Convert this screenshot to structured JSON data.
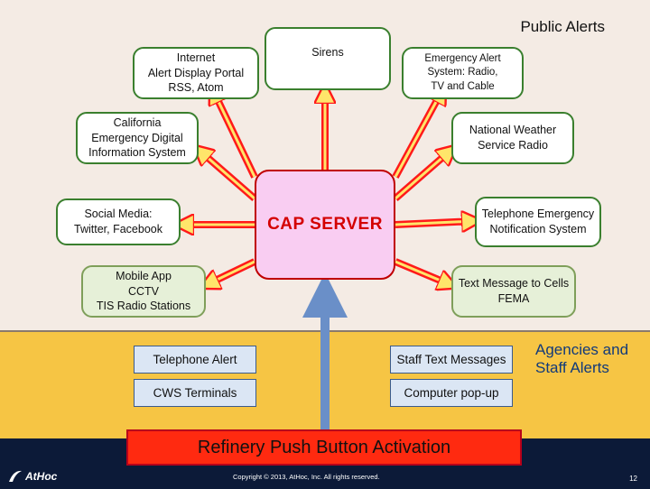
{
  "public_alerts_label": "Public Alerts",
  "outputs": {
    "internet": [
      "Internet",
      "Alert Display Portal",
      "RSS, Atom"
    ],
    "sirens": [
      "Sirens"
    ],
    "emergency_alert": [
      "Emergency Alert",
      "System: Radio,",
      "TV and Cable"
    ],
    "cedis": [
      "California",
      "Emergency Digital",
      "Information System"
    ],
    "nws_radio": [
      "National Weather",
      "Service Radio"
    ],
    "social_media": [
      "Social Media:",
      "Twitter, Facebook"
    ],
    "telephone_emergency": [
      "Telephone Emergency",
      "Notification System"
    ],
    "mobile_app": [
      "Mobile App",
      "CCTV",
      "TIS Radio Stations"
    ],
    "text_message": [
      "Text Message to Cells",
      "FEMA"
    ]
  },
  "center_label": "CAP SERVER",
  "agency": {
    "telephone_alert": "Telephone Alert",
    "cws_terminals": "CWS Terminals",
    "staff_text": "Staff Text Messages",
    "computer_popup": "Computer pop-up",
    "title_line1": "Agencies and",
    "title_line2": "Staff Alerts"
  },
  "push_button_label": "Refinery Push Button  Activation",
  "footer": {
    "logo_text": "AtHoc",
    "copyright": "Copyright © 2013, AtHoc, Inc. All rights reserved.",
    "page_number": "12"
  },
  "colors": {
    "arrow_red": "#ff1a1a",
    "arrow_fill": "#ffe56a",
    "server_fill": "#f9cdf2",
    "agency_band": "#f6c544",
    "push_button": "#ff2a10",
    "up_arrow": "#6a8fc8"
  }
}
